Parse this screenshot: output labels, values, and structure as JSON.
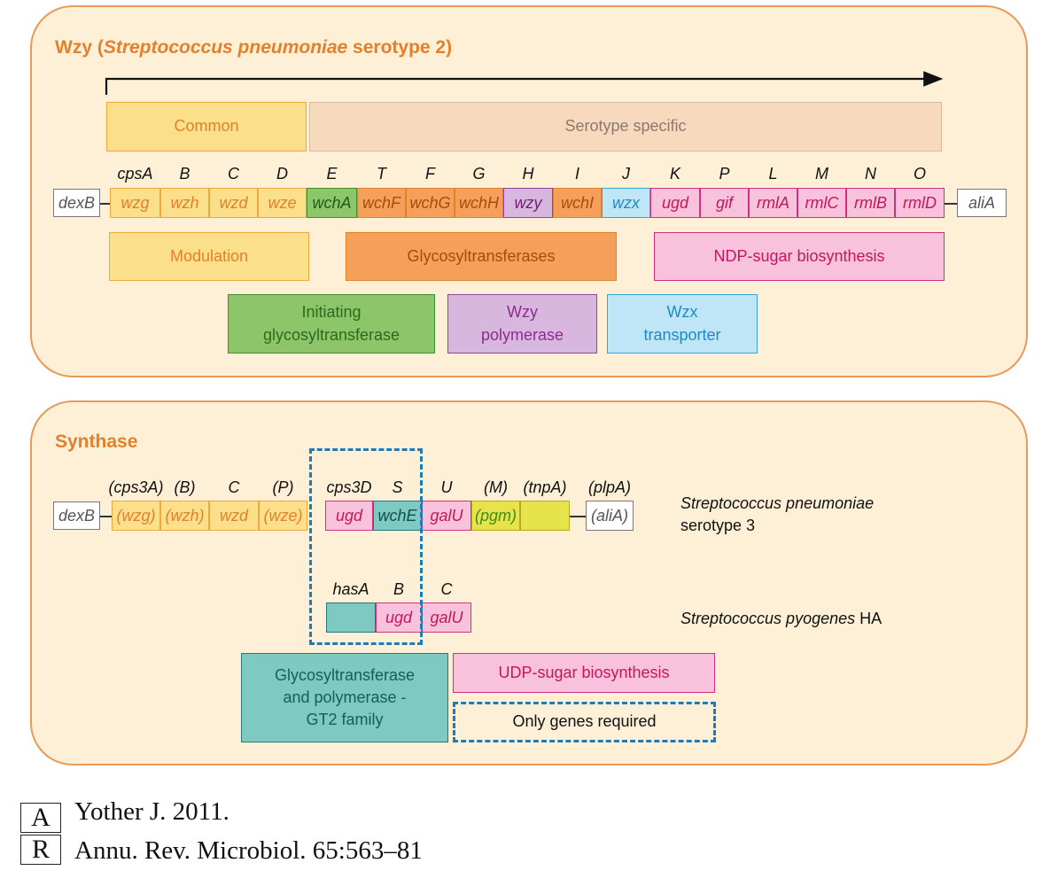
{
  "panel1": {
    "title_prefix": "Wzy (",
    "title_italic": "Streptococcus pneumoniae",
    "title_suffix": " serotype 2)",
    "top_bars": {
      "common": "Common",
      "serotype_specific": "Serotype specific"
    },
    "flank_left": "dexB",
    "flank_right": "aliA",
    "labels": [
      "cpsA",
      "B",
      "C",
      "D",
      "E",
      "T",
      "F",
      "G",
      "H",
      "I",
      "J",
      "K",
      "P",
      "L",
      "M",
      "N",
      "O"
    ],
    "genes": [
      "wzg",
      "wzh",
      "wzd",
      "wze",
      "wchA",
      "wchF",
      "wchG",
      "wchH",
      "wzy",
      "wchI",
      "wzx",
      "ugd",
      "gif",
      "rmlA",
      "rmlC",
      "rmlB",
      "rmlD"
    ],
    "legend": {
      "modulation": "Modulation",
      "glycosyltransferases": "Glycosyltransferases",
      "ndp_sugar": "NDP-sugar biosynthesis",
      "initiating_1": "Initiating",
      "initiating_2": "glycosyltransferase",
      "wzy_1": "Wzy",
      "wzy_2": "polymerase",
      "wzx_1": "Wzx",
      "wzx_2": "transporter"
    }
  },
  "panel2": {
    "title": "Synthase",
    "flank_left": "dexB",
    "sp3_labels": [
      "(cps3A)",
      "(B)",
      "C",
      "(P)",
      "cps3D",
      "S",
      "U",
      "(M)",
      "(tnpA)",
      "(plpA)"
    ],
    "sp3_genes": [
      "(wzg)",
      "(wzh)",
      "wzd",
      "(wze)",
      "ugd",
      "wchE",
      "galU",
      "(pgm)",
      "",
      "(aliA)"
    ],
    "sp3_species_italic": "Streptococcus pneumoniae",
    "sp3_species_suffix": "serotype 3",
    "pyo_labels": [
      "hasA",
      "B",
      "C"
    ],
    "pyo_genes": [
      "",
      "ugd",
      "galU"
    ],
    "pyo_species_italic": "Streptococcus pyogenes",
    "pyo_species_suffix": " HA",
    "legend": {
      "gt2_1": "Glycosyltransferase",
      "gt2_2": "and polymerase -",
      "gt2_3": "GT2 family",
      "udp_sugar": "UDP-sugar biosynthesis",
      "only_genes": "Only genes required"
    }
  },
  "citation": {
    "logo_top": "A",
    "logo_bottom": "R",
    "line1": "Yother J. 2011.",
    "line2": "Annu. Rev. Microbiol. 65:563–81"
  },
  "colors": {
    "panel_bg": "#fdf0d6",
    "panel_border": "#e69a5c",
    "title": "#e3802c",
    "common": "#fbdf8a",
    "serotype_specific": "#f7d9bd",
    "glycosyltransferase": "#f5a05a",
    "initiating": "#8cc56a",
    "wzy": "#d7b7de",
    "wzx": "#bfe6f7",
    "ndp_sugar": "#f9c2dc",
    "gt2": "#7ec9c2",
    "pgm": "#e6e34b",
    "dashed": "#1f7ab8"
  }
}
